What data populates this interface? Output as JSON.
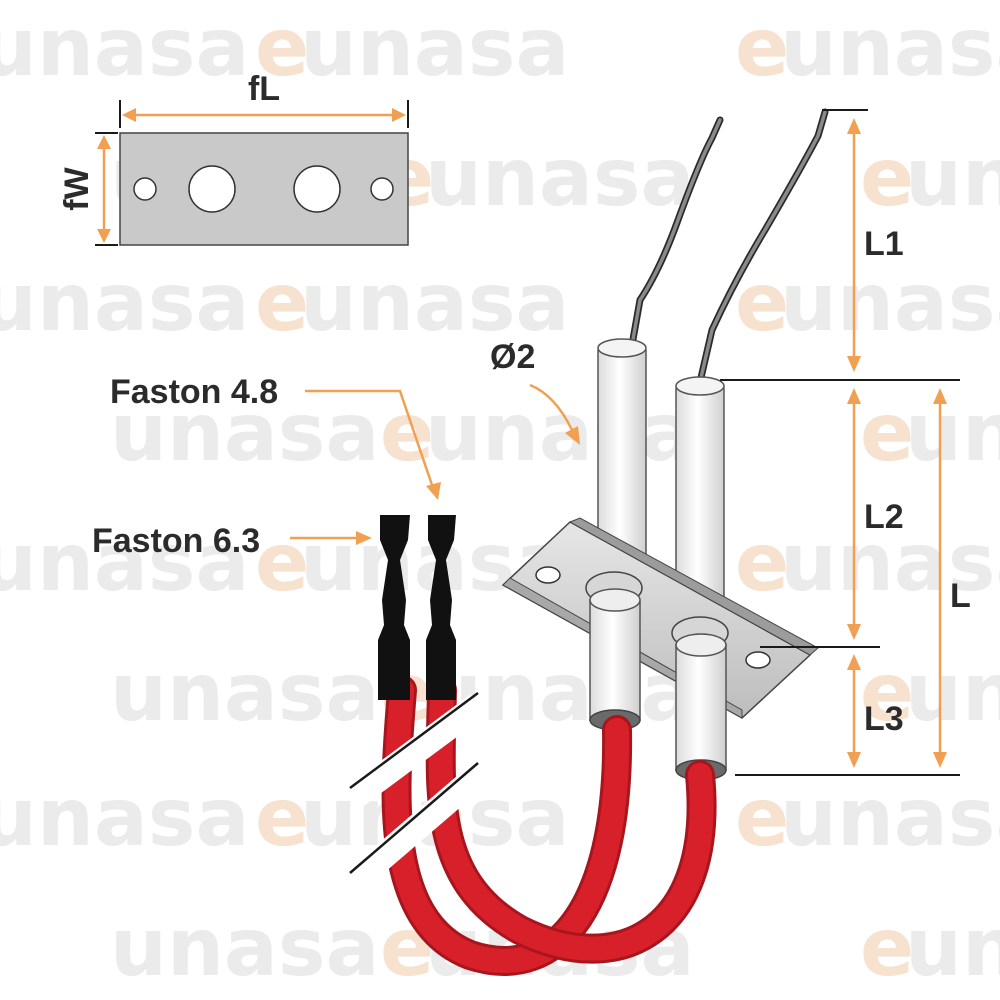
{
  "watermark": {
    "brand_e": "e",
    "brand_rest": "unasa"
  },
  "labels": {
    "flange_length": "fL",
    "flange_width": "fW",
    "diameter": "Ø2",
    "length_1": "L1",
    "length_2": "L2",
    "length_3": "L3",
    "length_total": "L",
    "faston_48": "Faston 4.8",
    "faston_63": "Faston 6.3"
  },
  "colors": {
    "dimension_arrow": "#f0a050",
    "cable": "#d8202a",
    "connector": "#111111",
    "ceramic": "#ffffff",
    "bracket": "#c8c8c8",
    "watermark_text": "#ebebeb",
    "watermark_e": "#f6e2cf"
  }
}
